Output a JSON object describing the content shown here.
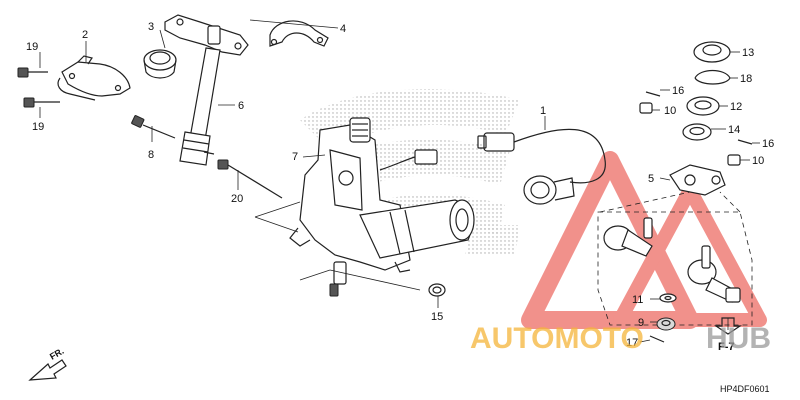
{
  "parts": [
    {
      "id": "p1",
      "label": "1"
    },
    {
      "id": "p2",
      "label": "2"
    },
    {
      "id": "p3",
      "label": "3"
    },
    {
      "id": "p4",
      "label": "4"
    },
    {
      "id": "p5",
      "label": "5"
    },
    {
      "id": "p6",
      "label": "6"
    },
    {
      "id": "p7",
      "label": "7"
    },
    {
      "id": "p8",
      "label": "8"
    },
    {
      "id": "p9",
      "label": "9"
    },
    {
      "id": "p10a",
      "label": "10"
    },
    {
      "id": "p10b",
      "label": "10"
    },
    {
      "id": "p11",
      "label": "11"
    },
    {
      "id": "p12",
      "label": "12"
    },
    {
      "id": "p13",
      "label": "13"
    },
    {
      "id": "p14",
      "label": "14"
    },
    {
      "id": "p15",
      "label": "15"
    },
    {
      "id": "p16a",
      "label": "16"
    },
    {
      "id": "p16b",
      "label": "16"
    },
    {
      "id": "p17",
      "label": "17"
    },
    {
      "id": "p18",
      "label": "18"
    },
    {
      "id": "p19a",
      "label": "19"
    },
    {
      "id": "p19b",
      "label": "19"
    },
    {
      "id": "p20",
      "label": "20"
    }
  ],
  "reference": "F-7",
  "direction": "FR.",
  "diagram_code": "HP4DF0601",
  "watermark": {
    "word_1": "AUTOMOTO",
    "word_2": "HUB",
    "color_1": "#f5b53a",
    "color_2": "#9a9a9a",
    "triangle_color": "#e8493f"
  }
}
